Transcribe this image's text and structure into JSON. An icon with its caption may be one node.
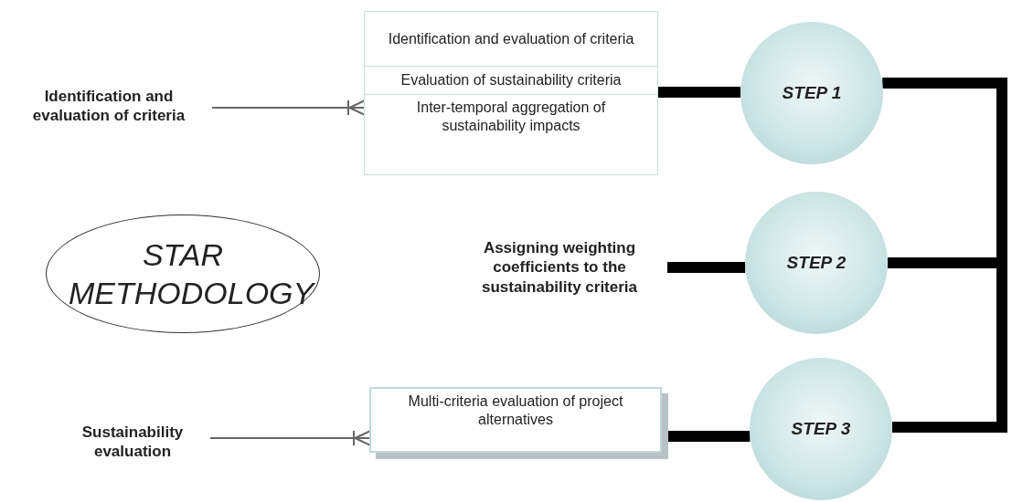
{
  "diagram": {
    "nodes": [
      {
        "text": [
          "STAR METHODOLOGY"
        ]
      },
      {
        "text": [
          "Identification and evaluation of criteria",
          "Evaluation of sustainability criteria",
          "Inter-temporal aggregation of sustainability impacts"
        ]
      },
      {
        "text": [
          "Identification and evaluation of criteria"
        ]
      },
      {
        "text": [
          "STEP 1"
        ]
      },
      {
        "text": [
          "Assigning weighting coefficients to the sustainability criteria"
        ]
      },
      {
        "text": [
          "STEP 2"
        ]
      },
      {
        "text": [
          "Multi-criteria evaluation of project alternatives"
        ]
      },
      {
        "text": [
          "Sustainability evaluation"
        ]
      },
      {
        "text": [
          "STEP 3"
        ]
      }
    ],
    "edges": [
      {
        "from": 2,
        "to": 1,
        "arrow": "other",
        "color": "#666666"
      },
      {
        "from": 1,
        "to": 3,
        "arrow": "none"
      },
      {
        "from": 4,
        "to": 5,
        "arrow": "none"
      },
      {
        "from": 7,
        "to": 6,
        "arrow": "other",
        "color": "#666666"
      },
      {
        "from": 6,
        "to": 8,
        "arrow": "none"
      },
      {
        "from": 3,
        "to": 5,
        "arrow": "none"
      },
      {
        "from": 5,
        "to": 8,
        "arrow": "none"
      }
    ]
  }
}
